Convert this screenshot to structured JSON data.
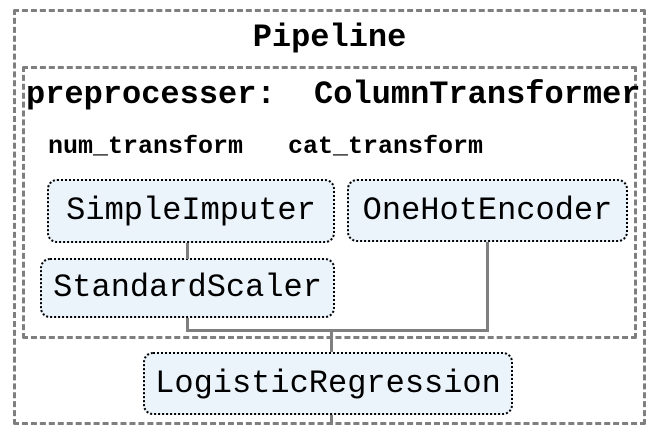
{
  "diagram": {
    "title": "Pipeline",
    "preprocessor": {
      "label": "preprocesser:  ColumnTransformer",
      "columns": [
        {
          "label": "num_transform",
          "steps": [
            "SimpleImputer",
            "StandardScaler"
          ]
        },
        {
          "label": "cat_transform",
          "steps": [
            "OneHotEncoder"
          ]
        }
      ]
    },
    "final_estimator": "LogisticRegression",
    "colors": {
      "background": "#ffffff",
      "estimator_fill": "#ebf3fb",
      "estimator_border": "#000000",
      "container_border": "#7f7f7f",
      "connector": "#7f7f7f",
      "text": "#000000"
    }
  }
}
